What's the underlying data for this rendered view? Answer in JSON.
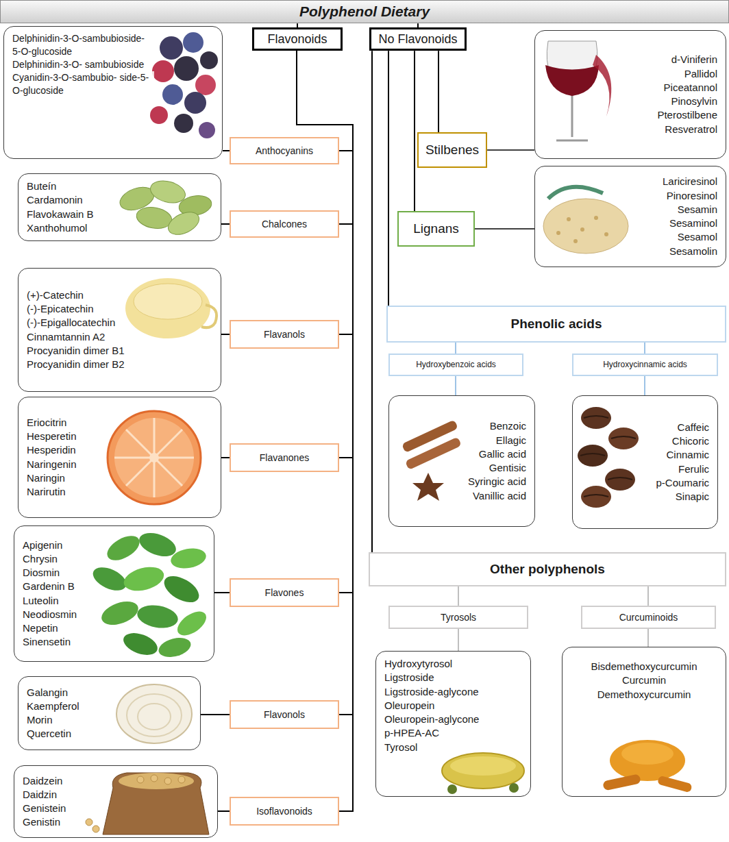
{
  "diagram": {
    "nodes": [
      {
        "text": [
          "Polyphenol Dietary"
        ]
      },
      {
        "text": [
          "Flavonoids"
        ]
      },
      {
        "text": [
          "No Flavonoids"
        ]
      },
      {
        "text": [
          "Delphinidin-3-O-sambubioside- 5-O-glucoside",
          "Delphinidin-3-O- sambubioside",
          "Cyanidin-3-O-sambubio- side-5-O-glucoside"
        ]
      },
      {
        "text": [
          "Anthocyanins"
        ]
      },
      {
        "text": [
          "Buteín",
          "Cardamonin",
          "Flavokawain B",
          "Xanthohumol"
        ]
      },
      {
        "text": [
          "Chalcones"
        ]
      },
      {
        "text": [
          "(+)-Catechin",
          "(-)-Epicatechin",
          "(-)-Epigallocatechin",
          "Cinnamtannin A2",
          "Procyanidin dimer B1",
          "Procyanidin dimer B2"
        ]
      },
      {
        "text": [
          "Flavanols"
        ]
      },
      {
        "text": [
          "Eriocitrin",
          "Hesperetin",
          "Hesperidin",
          "Naringenin",
          "Naringin",
          "Narirutin"
        ]
      },
      {
        "text": [
          "Flavanones"
        ]
      },
      {
        "text": [
          "Apigenin",
          "Chrysin",
          "Diosmin",
          "Gardenin B",
          "Luteolin",
          "Neodiosmin",
          "Nepetin",
          "Sinensetin"
        ]
      },
      {
        "text": [
          "Flavones"
        ]
      },
      {
        "text": [
          "Galangin",
          "Kaempferol",
          "Morin",
          "Quercetin"
        ]
      },
      {
        "text": [
          "Flavonols"
        ]
      },
      {
        "text": [
          "Daidzein",
          "Daidzin",
          "Genistein",
          "Genistin"
        ]
      },
      {
        "text": [
          "Isoflavonoids"
        ]
      },
      {
        "text": [
          "d-Viniferin",
          "Pallidol",
          "Piceatannol",
          "Pinosylvin",
          "Pterostilbene",
          "Resveratrol"
        ]
      },
      {
        "text": [
          "Stilbenes"
        ]
      },
      {
        "text": [
          "Lignans"
        ]
      },
      {
        "text": [
          "Lariciresinol",
          "Pinoresinol",
          "Sesamin",
          "Sesaminol",
          "Sesamol",
          "Sesamolin"
        ]
      },
      {
        "text": [
          "Phenolic acids"
        ]
      },
      {
        "text": [
          "Hydroxybenzoic acids"
        ]
      },
      {
        "text": [
          "Hydroxycinnamic acids"
        ]
      },
      {
        "text": [
          "Benzoic",
          "Ellagic",
          "Gallic acid",
          "Gentisic",
          "Syringic acid",
          "Vanillic acid"
        ]
      },
      {
        "text": [
          "Caffeic",
          "Chicoric",
          "Cinnamic",
          "Ferulic",
          "p-Coumaric",
          "Sinapic"
        ]
      },
      {
        "text": [
          "Other polyphenols"
        ]
      },
      {
        "text": [
          "Tyrosols"
        ]
      },
      {
        "text": [
          "Curcuminoids"
        ]
      },
      {
        "text": [
          "Hydroxytyrosol",
          "Ligstroside",
          "Ligstroside-aglycone",
          "Oleuropein",
          "Oleuropein-aglycone",
          "p-HPEA-AC",
          "Tyrosol"
        ]
      },
      {
        "text": [
          "Bisdemethoxycurcumin",
          "Curcumin",
          "Demethoxycurcumin"
        ]
      }
    ],
    "edges": [
      {
        "from": 0,
        "to": 1,
        "arrow": "none"
      },
      {
        "from": 0,
        "to": 2,
        "arrow": "none"
      },
      {
        "from": 1,
        "to": 4,
        "arrow": "none"
      },
      {
        "from": 1,
        "to": 6,
        "arrow": "none"
      },
      {
        "from": 1,
        "to": 8,
        "arrow": "none"
      },
      {
        "from": 1,
        "to": 10,
        "arrow": "none"
      },
      {
        "from": 1,
        "to": 12,
        "arrow": "none"
      },
      {
        "from": 1,
        "to": 14,
        "arrow": "none"
      },
      {
        "from": 1,
        "to": 16,
        "arrow": "none"
      },
      {
        "from": 4,
        "to": 3,
        "arrow": "none"
      },
      {
        "from": 6,
        "to": 5,
        "arrow": "none"
      },
      {
        "from": 8,
        "to": 7,
        "arrow": "none"
      },
      {
        "from": 10,
        "to": 9,
        "arrow": "none"
      },
      {
        "from": 12,
        "to": 11,
        "arrow": "none"
      },
      {
        "from": 14,
        "to": 13,
        "arrow": "none"
      },
      {
        "from": 16,
        "to": 15,
        "arrow": "none"
      },
      {
        "from": 2,
        "to": 18,
        "arrow": "none"
      },
      {
        "from": 2,
        "to": 19,
        "arrow": "none"
      },
      {
        "from": 2,
        "to": 21,
        "arrow": "none"
      },
      {
        "from": 2,
        "to": 26,
        "arrow": "none"
      },
      {
        "from": 18,
        "to": 17,
        "arrow": "none"
      },
      {
        "from": 19,
        "to": 20,
        "arrow": "none"
      },
      {
        "from": 21,
        "to": 22,
        "arrow": "none"
      },
      {
        "from": 21,
        "to": 23,
        "arrow": "none"
      },
      {
        "from": 22,
        "to": 24,
        "arrow": "none"
      },
      {
        "from": 23,
        "to": 25,
        "arrow": "none"
      },
      {
        "from": 26,
        "to": 27,
        "arrow": "none"
      },
      {
        "from": 26,
        "to": 28,
        "arrow": "none"
      },
      {
        "from": 27,
        "to": 29,
        "arrow": "none"
      },
      {
        "from": 28,
        "to": 30,
        "arrow": "none"
      }
    ]
  }
}
